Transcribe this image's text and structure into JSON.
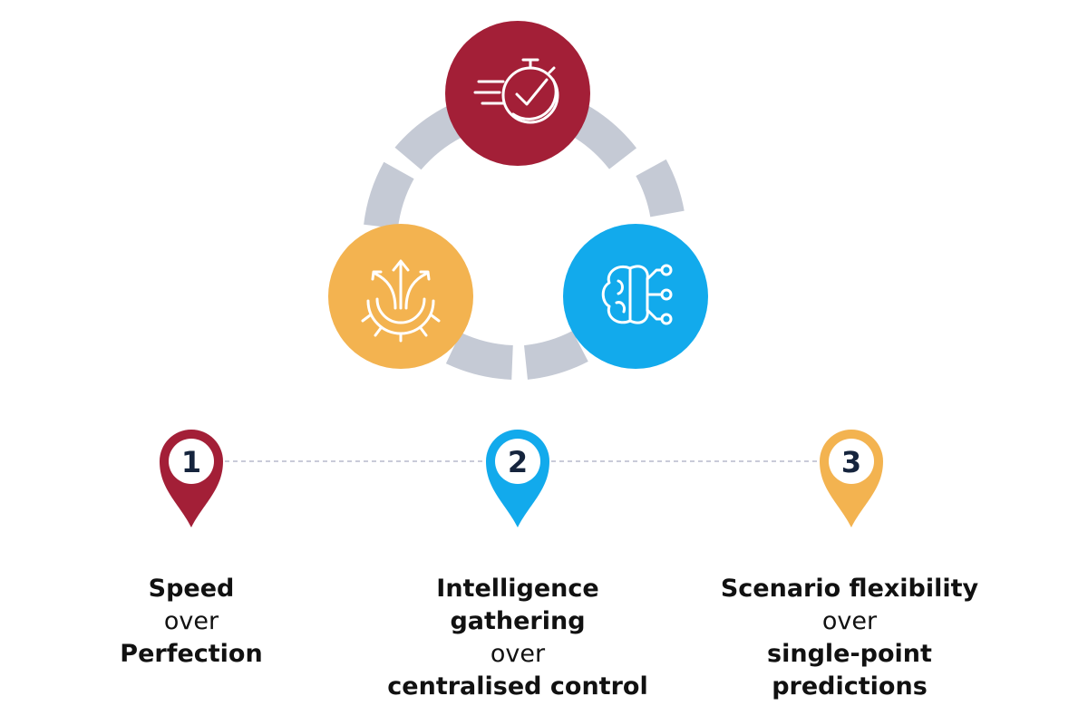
{
  "colors": {
    "ring": "#c5cad5",
    "red": "#a31f37",
    "yellow": "#f3b350",
    "blue": "#12aaec",
    "number_text": "#15243d",
    "dashed_line": "#c9cbd9"
  },
  "icons": {
    "top": "stopwatch-check-icon",
    "left": "gear-arrows-icon",
    "right": "brain-circuit-icon"
  },
  "steps": [
    {
      "number": "1",
      "color": "red",
      "lines": [
        {
          "text": "Speed",
          "bold": true
        },
        {
          "text": "over",
          "bold": false
        },
        {
          "text": "Perfection",
          "bold": true
        }
      ]
    },
    {
      "number": "2",
      "color": "blue",
      "lines": [
        {
          "text": "Intelligence",
          "bold": true
        },
        {
          "text": "gathering",
          "bold": true
        },
        {
          "text": "over",
          "bold": false
        },
        {
          "text": "centralised control",
          "bold": true
        }
      ]
    },
    {
      "number": "3",
      "color": "yellow",
      "lines": [
        {
          "text": "Scenario flexibility",
          "bold": true
        },
        {
          "text": "over",
          "bold": false
        },
        {
          "text": "single-point",
          "bold": true
        },
        {
          "text": "predictions",
          "bold": true
        }
      ]
    }
  ]
}
